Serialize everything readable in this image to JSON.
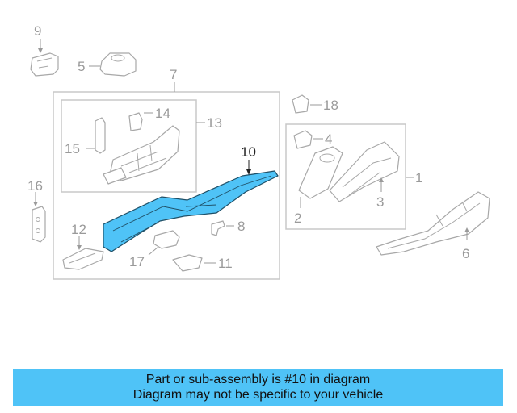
{
  "callouts": {
    "c1": "1",
    "c2": "2",
    "c3": "3",
    "c4": "4",
    "c5": "5",
    "c6": "6",
    "c7": "7",
    "c8": "8",
    "c9": "9",
    "c10": "10",
    "c11": "11",
    "c12": "12",
    "c13": "13",
    "c14": "14",
    "c15": "15",
    "c16": "16",
    "c17": "17",
    "c18": "18"
  },
  "highlight": {
    "part": "10",
    "color": "#4fc3f7"
  },
  "banner": {
    "line1": "Part or sub-assembly is #10 in diagram",
    "line2": "Diagram may not be specific to your vehicle",
    "color": "#4fc3f7"
  }
}
